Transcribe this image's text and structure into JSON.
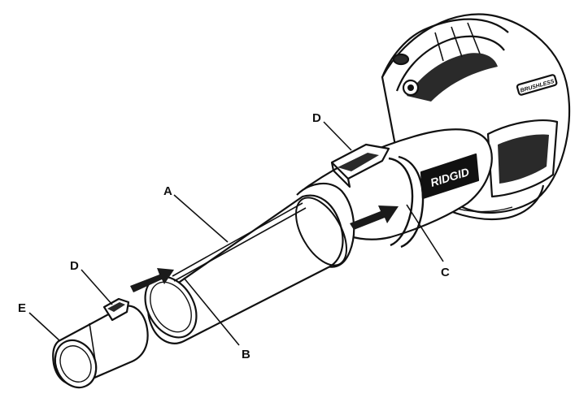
{
  "callouts": {
    "a": "A",
    "b": "B",
    "c": "C",
    "d_top": "D",
    "d_left": "D",
    "e": "E"
  },
  "branding": {
    "logo": "RIDGID",
    "badge": "BRUSHLESS"
  },
  "colors": {
    "ink": "#111111",
    "shell": "#ffffff",
    "shade": "#2a2a2a",
    "arrow": "#1a1a1a"
  },
  "icons": {
    "arrow_upper": "assembly-direction-arrow",
    "arrow_lower": "assembly-direction-arrow"
  }
}
